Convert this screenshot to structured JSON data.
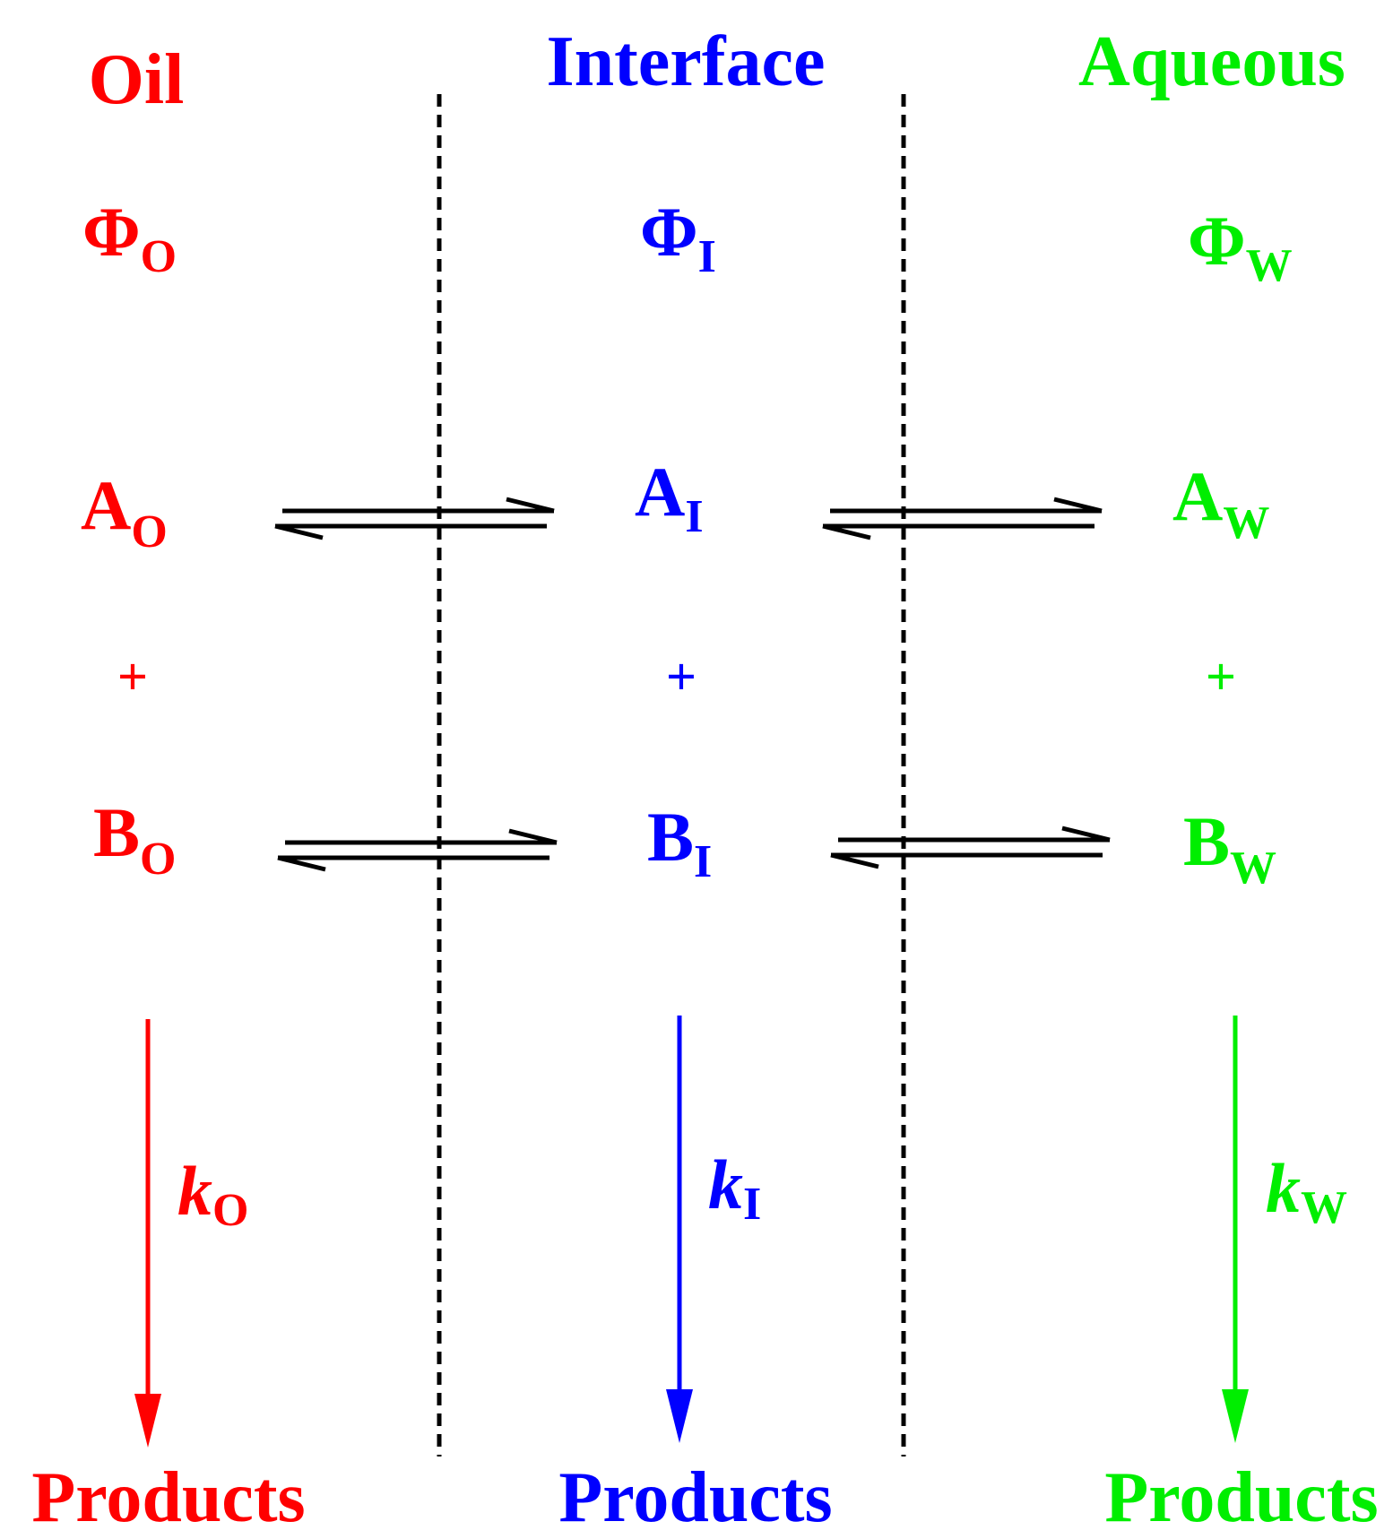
{
  "colors": {
    "oil": "#ff0000",
    "interface": "#0000ff",
    "aqueous": "#00ee00",
    "arrows": "#000000",
    "dividers": "#000000"
  },
  "headers": {
    "oil": "Oil",
    "interface": "Interface",
    "aqueous": "Aqueous"
  },
  "phi": {
    "symbol": "Φ",
    "oil_sub": "O",
    "interface_sub": "I",
    "aqueous_sub": "W"
  },
  "species": {
    "a": "A",
    "b": "B",
    "plus": "+",
    "oil_sub": "O",
    "interface_sub": "I",
    "aqueous_sub": "W"
  },
  "rate_constants": {
    "symbol": "k",
    "oil_sub": "O",
    "interface_sub": "I",
    "aqueous_sub": "W"
  },
  "products": {
    "oil": "Products",
    "interface": "Products",
    "aqueous": "Products"
  }
}
